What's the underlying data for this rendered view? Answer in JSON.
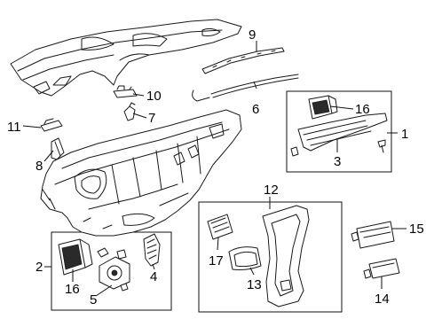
{
  "callouts": [
    {
      "id": "c1",
      "text": "1"
    },
    {
      "id": "c2",
      "text": "2"
    },
    {
      "id": "c3",
      "text": "3"
    },
    {
      "id": "c4",
      "text": "4"
    },
    {
      "id": "c5",
      "text": "5"
    },
    {
      "id": "c6",
      "text": "6"
    },
    {
      "id": "c7",
      "text": "7"
    },
    {
      "id": "c8",
      "text": "8"
    },
    {
      "id": "c9",
      "text": "9"
    },
    {
      "id": "c10",
      "text": "10"
    },
    {
      "id": "c11",
      "text": "11"
    },
    {
      "id": "c12",
      "text": "12"
    },
    {
      "id": "c13",
      "text": "13"
    },
    {
      "id": "c14",
      "text": "14"
    },
    {
      "id": "c15",
      "text": "15"
    },
    {
      "id": "c16a",
      "text": "16"
    },
    {
      "id": "c16b",
      "text": "16"
    },
    {
      "id": "c17",
      "text": "17"
    }
  ]
}
